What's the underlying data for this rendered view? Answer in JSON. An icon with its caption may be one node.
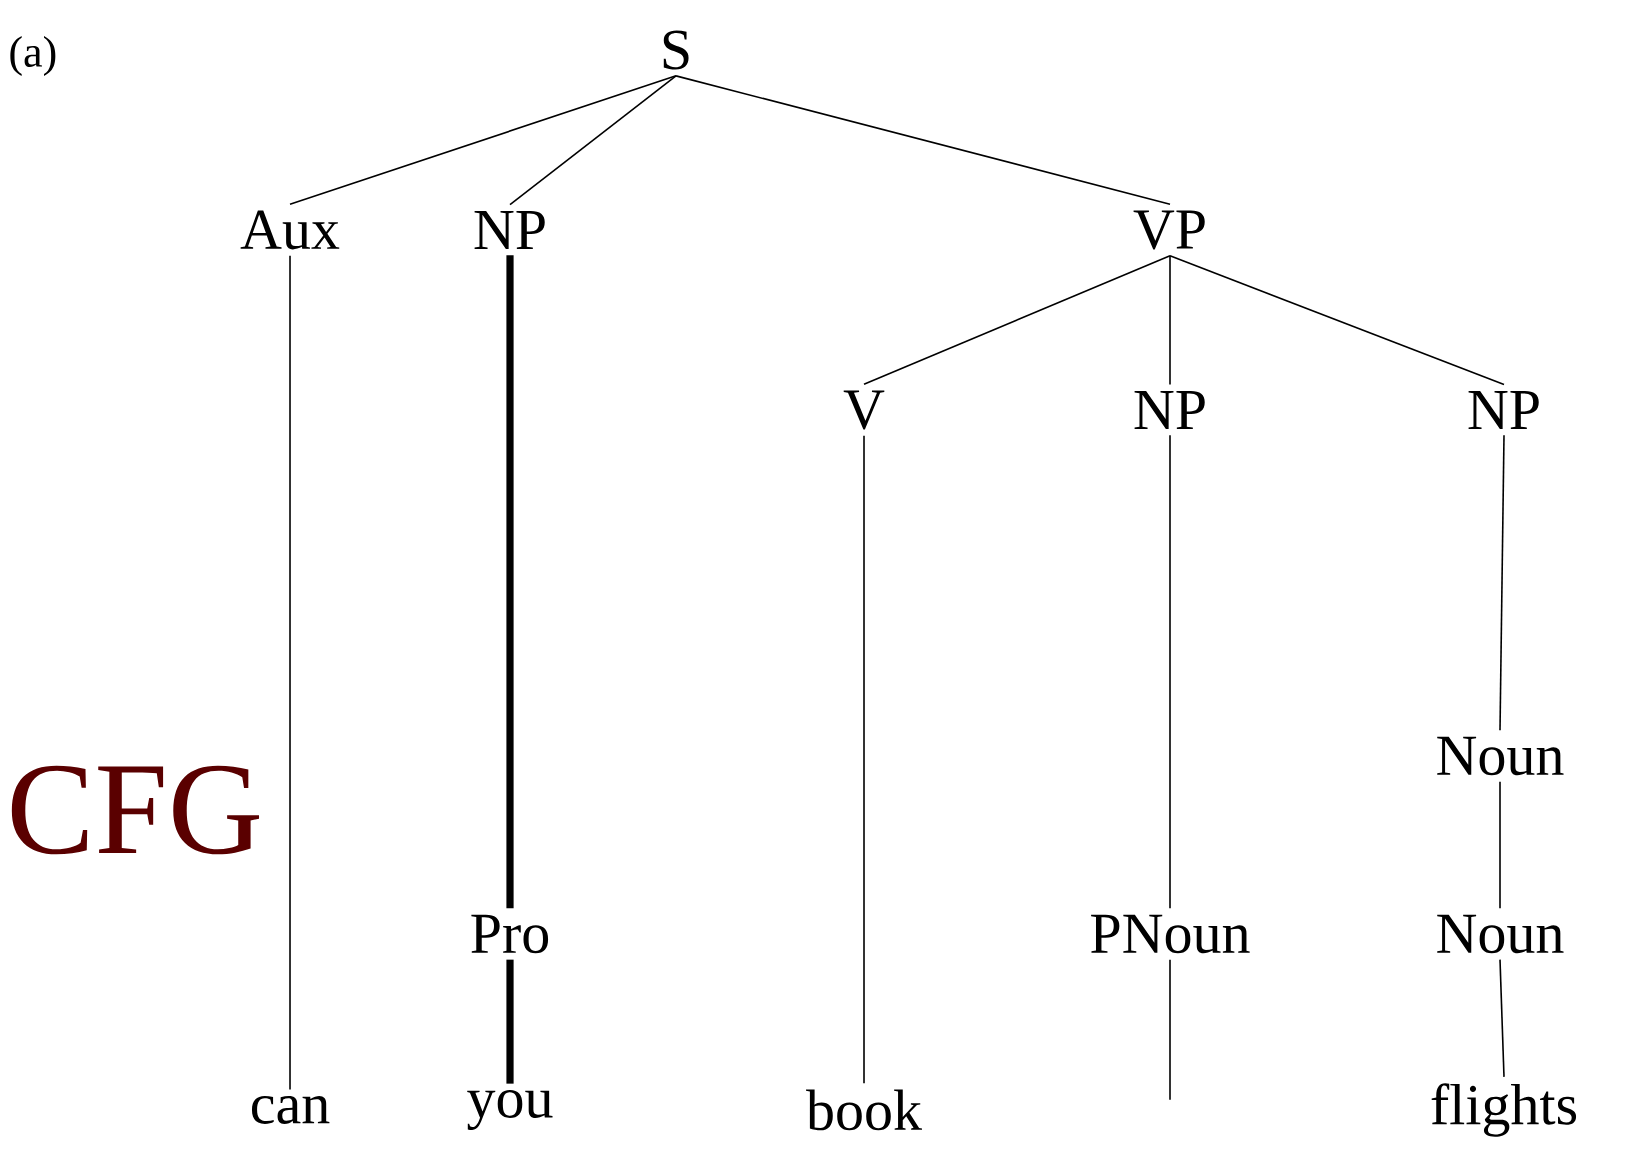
{
  "diagram": {
    "nodes": [
      {
        "text": [
          "S"
        ]
      },
      {
        "text": [
          "Aux"
        ]
      },
      {
        "text": [
          "NP"
        ]
      },
      {
        "text": [
          "VP"
        ]
      },
      {
        "text": [
          "V"
        ]
      },
      {
        "text": [
          "NP"
        ]
      },
      {
        "text": [
          "NP"
        ]
      },
      {
        "text": [
          "Noun"
        ]
      },
      {
        "text": [
          "Pro"
        ]
      },
      {
        "text": [
          "PNoun"
        ]
      },
      {
        "text": [
          "Noun"
        ]
      },
      {
        "text": [
          "can"
        ]
      },
      {
        "text": [
          "you"
        ]
      },
      {
        "text": [
          "book"
        ]
      },
      {
        "text": [
          "flights"
        ]
      }
    ],
    "edges": [
      {
        "from": 0,
        "to": 1,
        "arrow": "none"
      },
      {
        "from": 0,
        "to": 2,
        "arrow": "none"
      },
      {
        "from": 0,
        "to": 3,
        "arrow": "none"
      },
      {
        "from": 1,
        "to": 11,
        "arrow": "none"
      },
      {
        "from": 2,
        "to": 8,
        "arrow": "none",
        "style": "thick"
      },
      {
        "from": 8,
        "to": 12,
        "arrow": "none",
        "style": "thick"
      },
      {
        "from": 3,
        "to": 4,
        "arrow": "none"
      },
      {
        "from": 3,
        "to": 5,
        "arrow": "none"
      },
      {
        "from": 3,
        "to": 6,
        "arrow": "none"
      },
      {
        "from": 4,
        "to": 13,
        "arrow": "none"
      },
      {
        "from": 5,
        "to": 9,
        "arrow": "none"
      },
      {
        "from": 9,
        "to": null,
        "arrow": "none"
      },
      {
        "from": 6,
        "to": 7,
        "arrow": "none"
      },
      {
        "from": 7,
        "to": 10,
        "arrow": "none"
      },
      {
        "from": 10,
        "to": 14,
        "arrow": "none"
      }
    ],
    "labels": [
      "(a)",
      "CFG"
    ]
  }
}
